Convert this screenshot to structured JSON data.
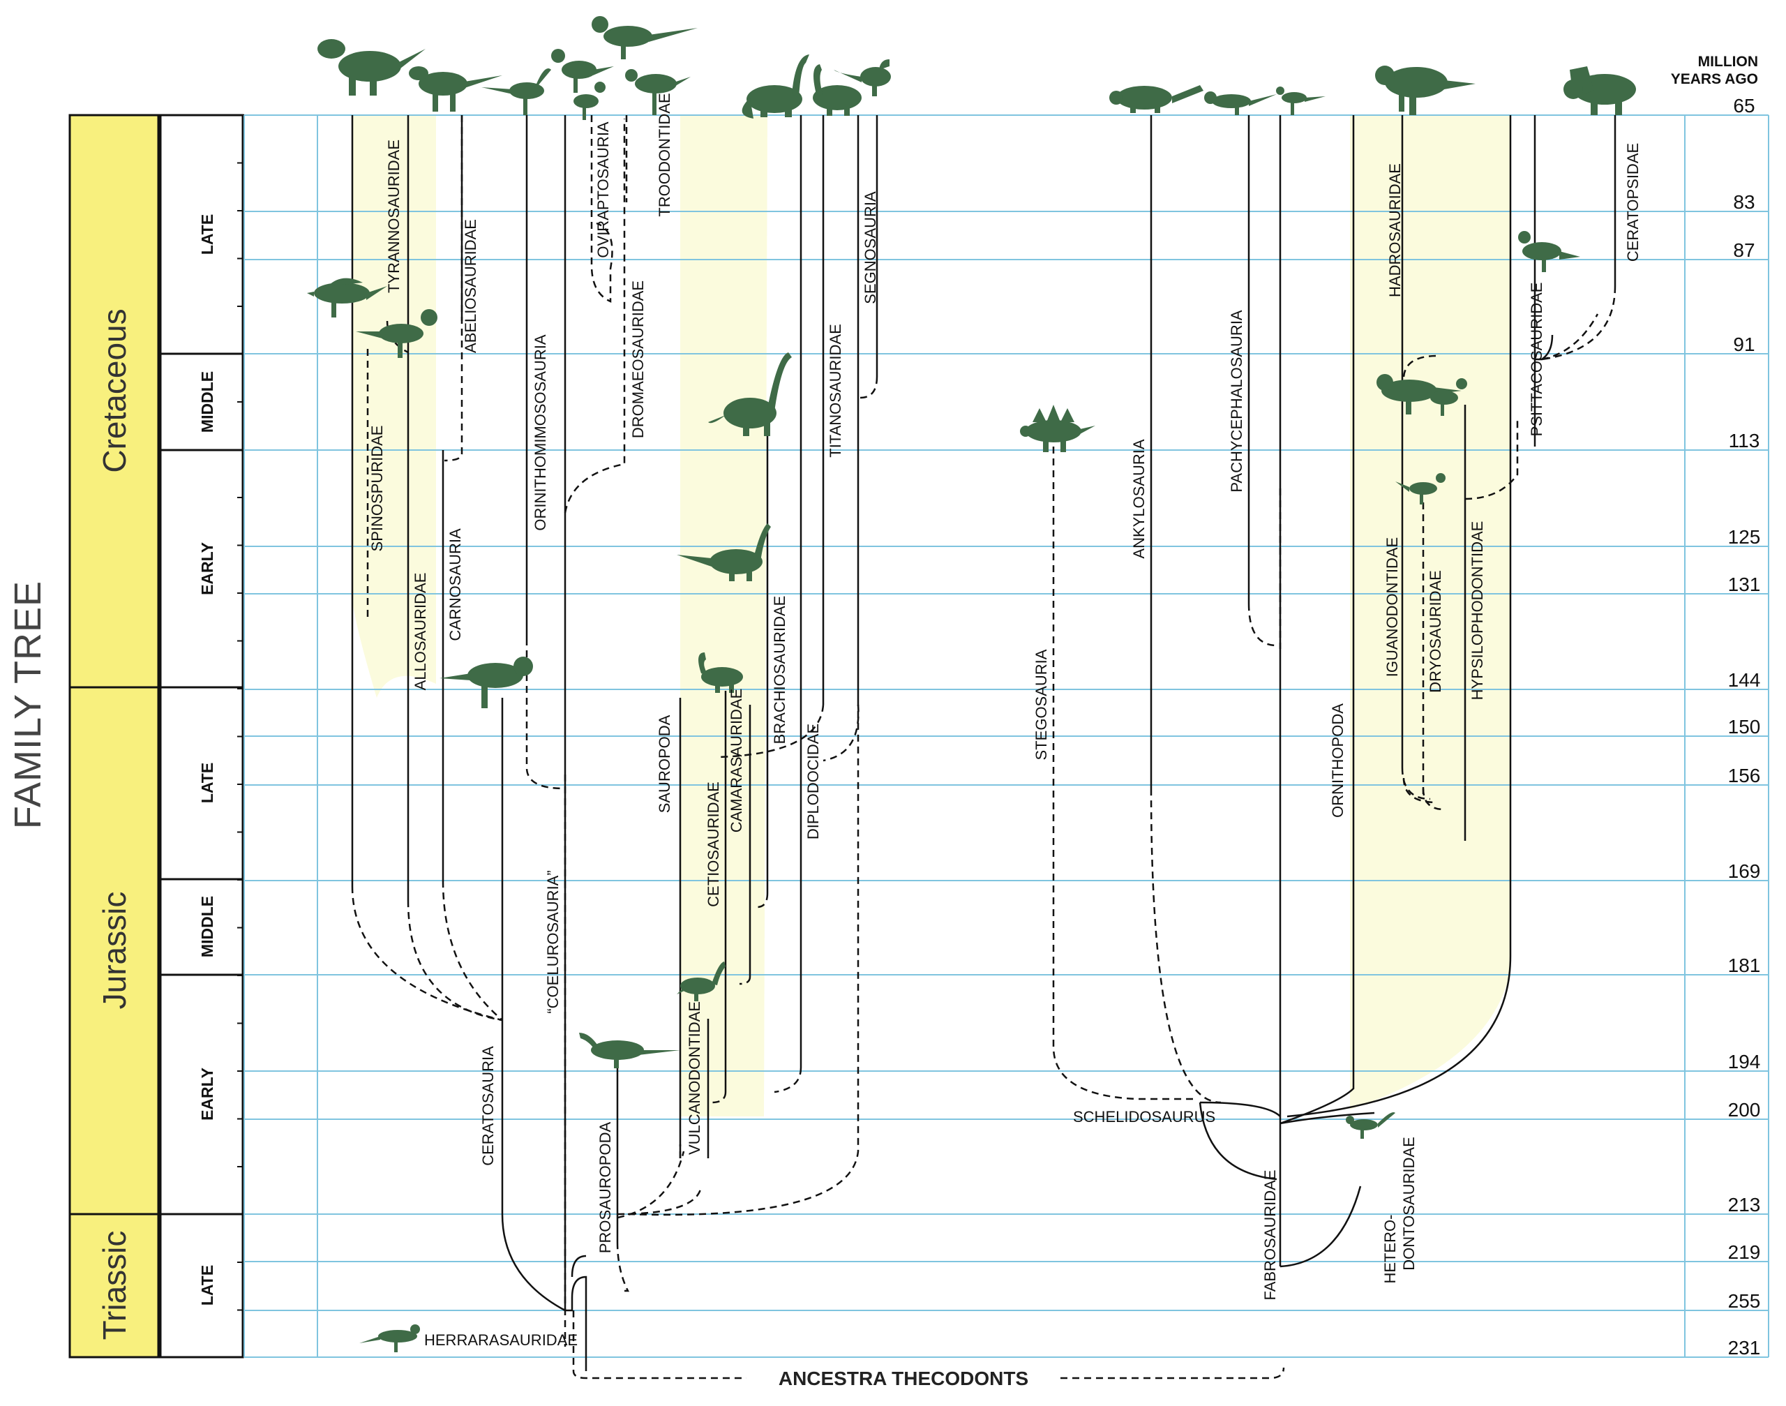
{
  "title": "FAMILY TREE",
  "time_header": "MILLION\nYEARS AGO",
  "header_line1": "MILLION",
  "header_line2": "YEARS AGO",
  "periods": [
    "Cretaceous",
    "Jurassic",
    "Triassic"
  ],
  "epochs": [
    "LATE",
    "MIDDLE",
    "EARLY",
    "LATE",
    "MIDDLE",
    "EARLY",
    "LATE"
  ],
  "ages_mya": [
    "65",
    "83",
    "87",
    "91",
    "113",
    "125",
    "131",
    "144",
    "150",
    "156",
    "169",
    "181",
    "194",
    "200",
    "213",
    "219",
    "255",
    "231"
  ],
  "ancestor": "ANCESTRA THECODONTS",
  "clades": {
    "tyrannosauridae": "TYRANNOSAURIDAE",
    "abeliosauridae": "ABELIOSAURIDAE",
    "spinospuridae": "SPINOSPURIDAE",
    "allosauridae": "ALLOSAURIDAE",
    "carnosauria": "CARNOSAURIA",
    "orinithomimososauria": "ORINITHOMIMOSOSAURIA",
    "oviraptosauria": "OVIRAPTOSAURIA",
    "troodontidae": "TROODONTIDAE",
    "dromaeosauridae": "DROMAEOSAURIDAE",
    "coelurosauria": "“COELUROSAURIA”",
    "ceratosauria": "CERATOSAURIA",
    "herrarasauridae": "HERRARASAURIDAE",
    "prosauropoda": "PROSAUROPODA",
    "sauropoda": "SAUROPODA",
    "vulcanodontidae": "VULCANODONTIDAE",
    "cetiosauridae": "CETIOSAURIDAE",
    "camarasauridae": "CAMARASAURIDAE",
    "brachiosauridae": "BRACHIOSAURIDAE",
    "diplodocidae": "DIPLODOCIDAE",
    "titanosauridae": "TITANOSAURIDAE",
    "segnosauria": "SEGNOSAURIA",
    "stegosauria": "STEGOSAURIA",
    "ankylosauria": "ANKYLOSAURIA",
    "pachycephalosauria": "PACHYCEPHALOSAURIA",
    "schelidosaurus": "SCHELIDOSAURUS",
    "fabrosauridae": "FABROSAURIDAE",
    "ornithopoda": "ORNITHOPODA",
    "hadrosauridae": "HADROSAURIDAE",
    "iguanodontidae": "IGUANODONTIDAE",
    "dryosauridae": "DRYOSAURIDAE",
    "hypsilophodontidae": "HYPSILOPHODONTIDAE",
    "psittacosauridae": "PSITTACOSAURIDAE",
    "ceratopsidae": "CERATOPSIDAE",
    "heterodontosauridae_1": "HETERO-",
    "heterodontosauridae_2": "DONTOSAURIDAE"
  },
  "colors": {
    "period_band": "#f8f07e",
    "grid": "#7fc4df",
    "highlight": "#fbfbdd",
    "silhouette": "#3f6b47"
  },
  "silhouettes": [
    "tyrannosaur",
    "abelisaur",
    "ornithomimid",
    "oviraptor",
    "dromaeosaur",
    "troodontid",
    "brachiosaur",
    "titanosaur",
    "segnosaur",
    "ankylosaur",
    "pachycephalosaur",
    "hadrosaur",
    "ceratopsian",
    "psittacosaur",
    "spinosaur",
    "allosaur",
    "ceratosaur",
    "diplodocid",
    "cetiosaur",
    "camarasaur",
    "vulcanodont",
    "prosauropod",
    "herrerasaur",
    "stegosaur",
    "iguanodon",
    "dryosaur",
    "hypsilophodont",
    "heterodontosaur"
  ]
}
